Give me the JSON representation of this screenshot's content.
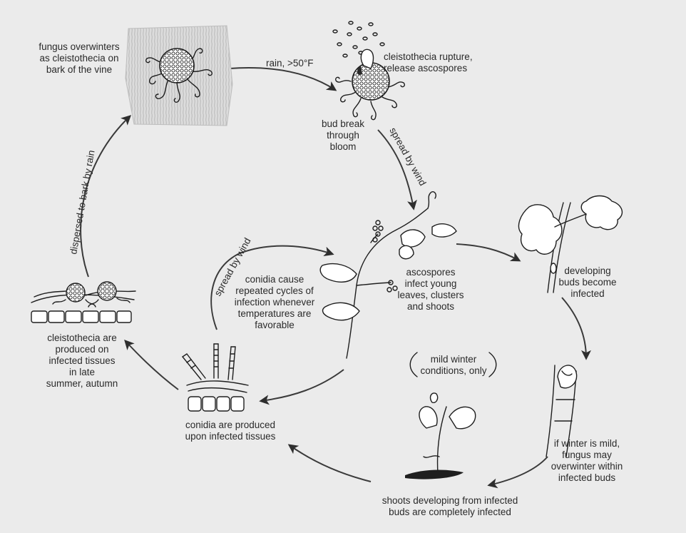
{
  "stages": {
    "overwinter_bark": "fungus overwinters\nas cleistothecia on\nbark of the vine",
    "rupture": "cleistothecia rupture,\nrelease ascospores",
    "bud_break": "bud break\nthrough\nbloom",
    "ascospores_infect": "ascospores\ninfect young\nleaves, clusters\nand shoots",
    "developing_buds": "developing\nbuds become\ninfected",
    "conidia_cycles": "conidia cause\nrepeated cycles of\ninfection whenever\ntemperatures are\nfavorable",
    "cleistothecia_produced": "cleistothecia are\nproduced on\ninfected tissues\nin late\nsummer, autumn",
    "conidia_produced": "conidia are produced\nupon infected tissues",
    "mild_winter_note": "mild winter\nconditions, only",
    "mild_winter_buds": "if winter is mild,\nfungus may\noverwinter within\ninfected buds",
    "shoots_infected": "shoots developing from infected\nbuds are completely infected"
  },
  "arrows": {
    "rain_temp": "rain, >50°F",
    "spread_wind_1": "spread by wind",
    "spread_wind_2": "spread by wind",
    "dispersed_rain": "dispersed to bark by rain"
  },
  "icons": [
    "bark-icon",
    "cleistothecium-icon",
    "spore-burst-icon",
    "grape-shoot-icon",
    "bud-leaves-icon",
    "dormant-bud-icon",
    "infected-shoot-icon",
    "conidiophore-icon",
    "infected-tissue-icon"
  ]
}
